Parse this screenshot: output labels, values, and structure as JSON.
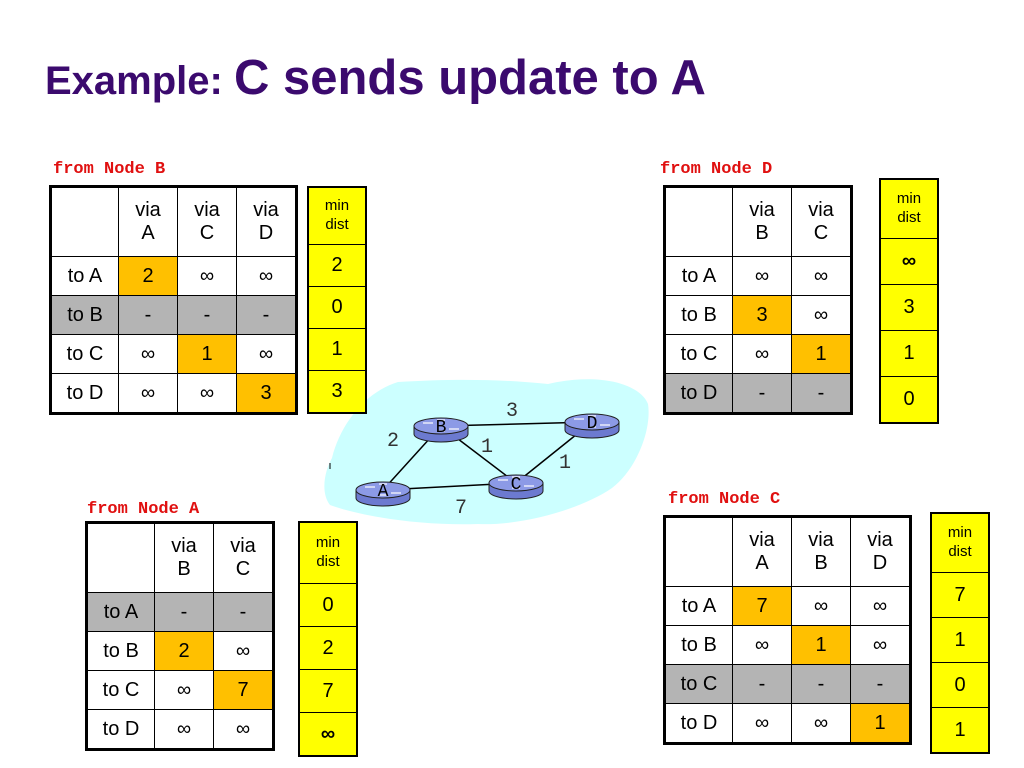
{
  "title": {
    "prefix": "Example: ",
    "main": "C sends update to A"
  },
  "tables": {
    "B": {
      "label": "from Node B",
      "headers": [
        "via\nA",
        "via\nC",
        "via\nD"
      ],
      "rows": [
        {
          "label": "to A",
          "cells": [
            "2",
            "∞",
            "∞"
          ]
        },
        {
          "label": "to B",
          "cells": [
            "-",
            "-",
            "-"
          ]
        },
        {
          "label": "to C",
          "cells": [
            "∞",
            "1",
            "∞"
          ]
        },
        {
          "label": "to D",
          "cells": [
            "∞",
            "∞",
            "3"
          ]
        }
      ],
      "min_header": "min\ndist",
      "min_values": [
        "2",
        "0",
        "1",
        "3"
      ]
    },
    "D": {
      "label": "from Node D",
      "headers": [
        "via\nB",
        "via\nC"
      ],
      "rows": [
        {
          "label": "to A",
          "cells": [
            "∞",
            "∞"
          ]
        },
        {
          "label": "to B",
          "cells": [
            "3",
            "∞"
          ]
        },
        {
          "label": "to C",
          "cells": [
            "∞",
            "1"
          ]
        },
        {
          "label": "to D",
          "cells": [
            "-",
            "-"
          ]
        }
      ],
      "min_header": "min\ndist",
      "min_values": [
        "∞",
        "3",
        "1",
        "0"
      ]
    },
    "A": {
      "label": "from Node A",
      "headers": [
        "via\nB",
        "via\nC"
      ],
      "rows": [
        {
          "label": "to A",
          "cells": [
            "-",
            "-"
          ]
        },
        {
          "label": "to B",
          "cells": [
            "2",
            "∞"
          ]
        },
        {
          "label": "to C",
          "cells": [
            "∞",
            "7"
          ]
        },
        {
          "label": "to D",
          "cells": [
            "∞",
            "∞"
          ]
        }
      ],
      "min_header": "min\ndist",
      "min_values": [
        "0",
        "2",
        "7",
        "∞"
      ]
    },
    "C": {
      "label": "from Node C",
      "headers": [
        "via\nA",
        "via\nB",
        "via\nD"
      ],
      "rows": [
        {
          "label": "to A",
          "cells": [
            "7",
            "∞",
            "∞"
          ]
        },
        {
          "label": "to B",
          "cells": [
            "∞",
            "1",
            "∞"
          ]
        },
        {
          "label": "to C",
          "cells": [
            "-",
            "-",
            "-"
          ]
        },
        {
          "label": "to D",
          "cells": [
            "∞",
            "∞",
            "1"
          ]
        }
      ],
      "min_header": "min\ndist",
      "min_values": [
        "7",
        "1",
        "0",
        "1"
      ]
    }
  },
  "network": {
    "nodes": [
      "A",
      "B",
      "C",
      "D"
    ],
    "links": [
      {
        "from": "A",
        "to": "B",
        "cost": "2"
      },
      {
        "from": "B",
        "to": "D",
        "cost": "3"
      },
      {
        "from": "B",
        "to": "C",
        "cost": "1"
      },
      {
        "from": "C",
        "to": "D",
        "cost": "1"
      },
      {
        "from": "A",
        "to": "C",
        "cost": "7"
      }
    ]
  },
  "colors": {
    "title": "#3b0a6e",
    "label": "#e01010",
    "best_route": "#ffc000",
    "self_row": "#b4b4b4",
    "min_dist": "#ffff00",
    "cloud": "#ccffff",
    "router": "#8c9ae6"
  }
}
